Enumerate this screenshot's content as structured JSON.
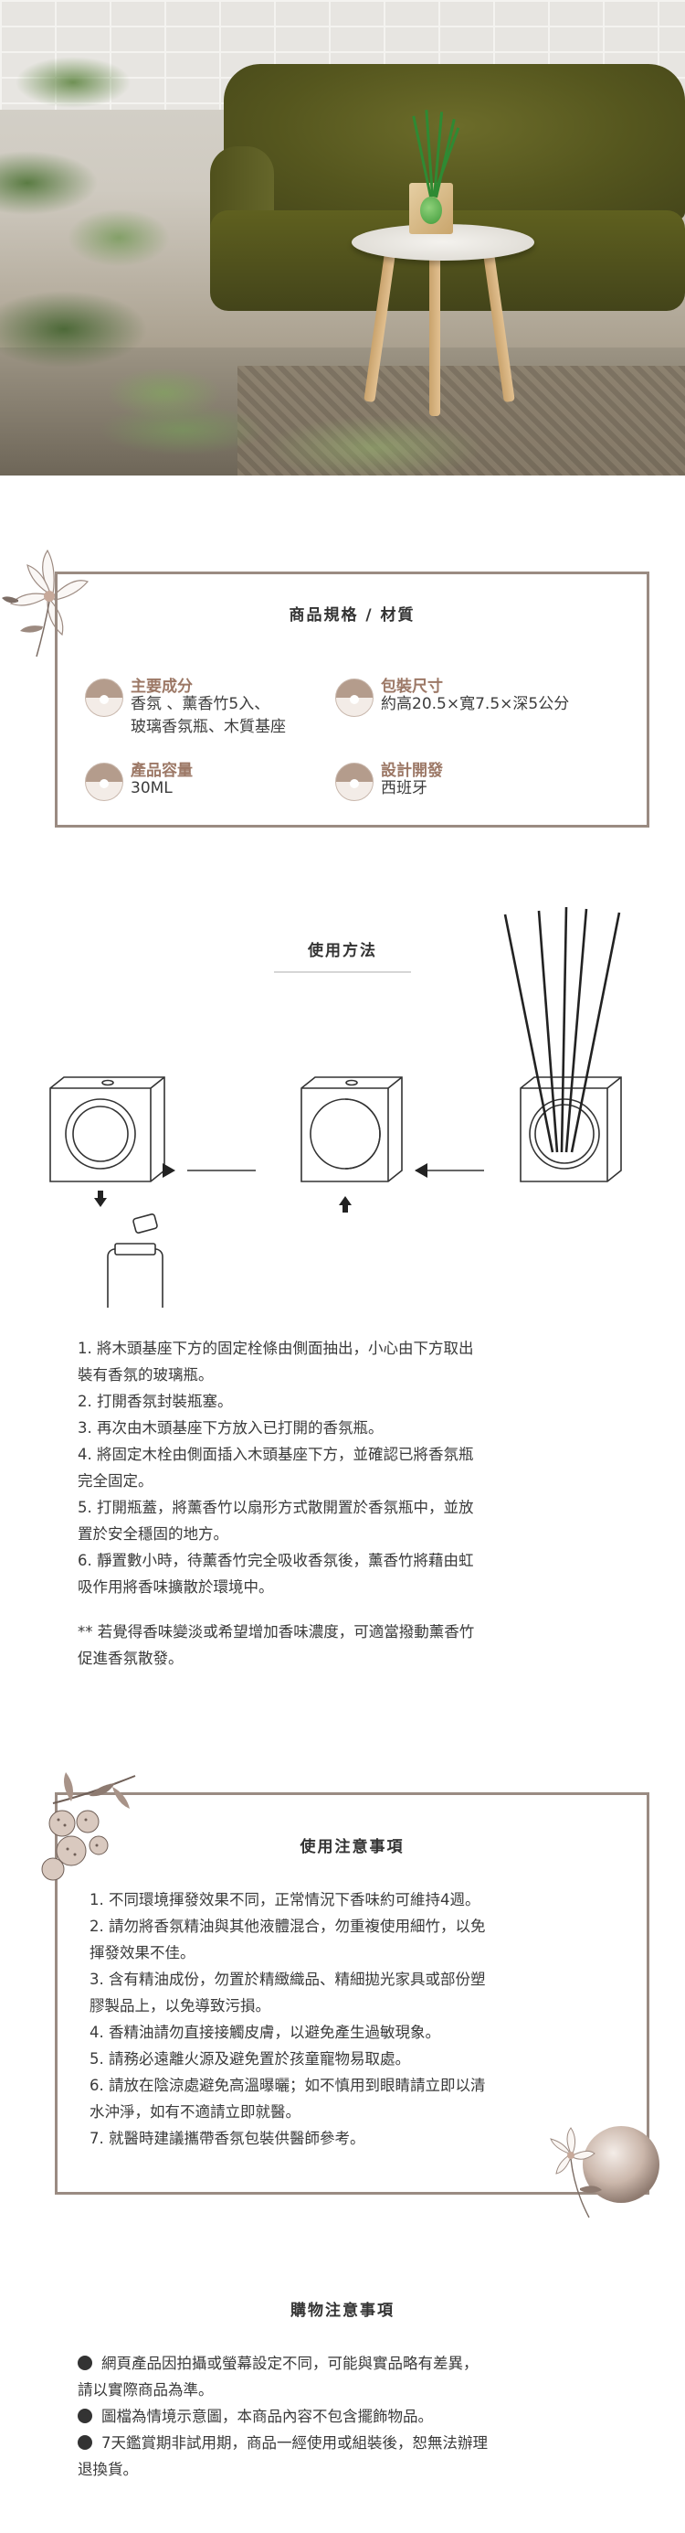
{
  "spec": {
    "title": "商品規格 / 材質",
    "items": [
      {
        "label": "主要成分",
        "value_lines": [
          "香氛 、薰香竹5入、",
          "玻璃香氛瓶、木質基座"
        ]
      },
      {
        "label": "包裝尺寸",
        "value_lines": [
          "約高20.5×寬7.5×深5公分"
        ]
      },
      {
        "label": "產品容量",
        "value_lines": [
          "30ML"
        ]
      },
      {
        "label": "設計開發",
        "value_lines": [
          "西班牙"
        ]
      }
    ]
  },
  "usage": {
    "title": "使用方法",
    "steps": [
      "1. 將木頭基座下方的固定栓條由側面抽出，小心由下方取出",
      "裝有香氛的玻璃瓶。",
      "2. 打開香氛封裝瓶塞。",
      "3. 再次由木頭基座下方放入已打開的香氛瓶。",
      "4. 將固定木栓由側面插入木頭基座下方，並確認已將香氛瓶",
      "完全固定。",
      "5. 打開瓶蓋，將薰香竹以扇形方式散開置於香氛瓶中，並放",
      "置於安全穩固的地方。",
      "6. 靜置數小時，待薰香竹完全吸收香氛後，薰香竹將藉由虹",
      "吸作用將香味擴散於環境中。"
    ],
    "note_lines": [
      "** 若覺得香味變淡或希望增加香味濃度，可適當撥動薰香竹",
      "促進香氛散發。"
    ]
  },
  "caution": {
    "title": "使用注意事項",
    "lines": [
      "1. 不同環境揮發效果不同，正常情況下香味約可維持4週。",
      "2. 請勿將香氛精油與其他液體混合，勿重複使用細竹，以免",
      "揮發效果不佳。",
      "3. 含有精油成份，勿置於精緻織品、精細拋光家具或部份塑",
      "膠製品上，以免導致污損。",
      "4. 香精油請勿直接接觸皮膚，以避免產生過敏現象。",
      "5. 請務必遠離火源及避免置於孩童寵物易取處。",
      "6. 請放在陰涼處避免高溫曝曬；如不慎用到眼睛請立即以清",
      "水沖淨，如有不適請立即就醫。",
      "7. 就醫時建議攜帶香氛包裝供醫師參考。"
    ]
  },
  "shopping": {
    "title": "購物注意事項",
    "items": [
      [
        "網頁產品因拍攝或螢幕設定不同，可能與實品略有差異，",
        "請以實際商品為準。"
      ],
      [
        "圖檔為情境示意圖，本商品內容不包含擺飾物品。"
      ],
      [
        "7天鑑賞期非試用期，商品一經使用或組裝後，恕無法辦理",
        "退換貨。"
      ]
    ]
  }
}
